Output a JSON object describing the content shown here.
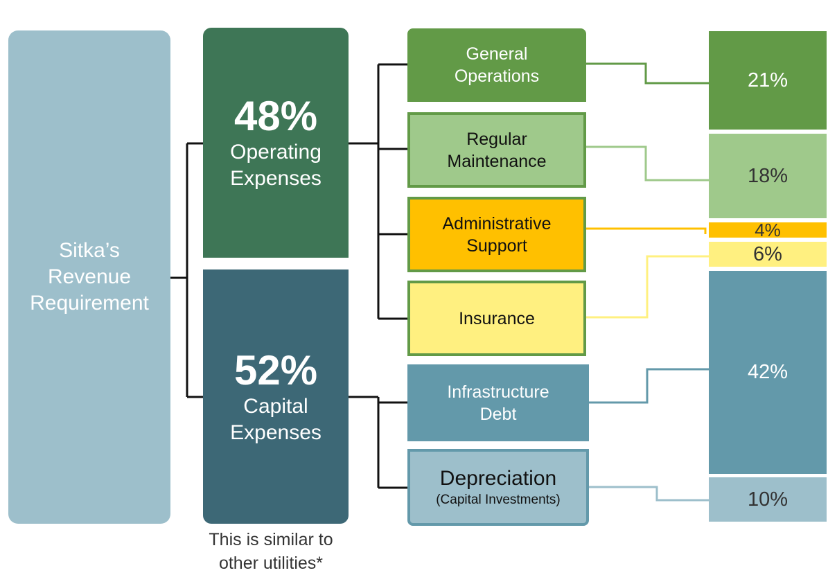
{
  "root": {
    "lines": [
      "Sitka’s",
      "Revenue",
      "Requirement"
    ]
  },
  "operating": {
    "percent": "48%",
    "label_lines": [
      "Operating",
      "Expenses"
    ]
  },
  "capital": {
    "percent": "52%",
    "label_lines": [
      "Capital",
      "Expenses"
    ]
  },
  "note": {
    "lines": [
      "This is similar to",
      "other utilities*"
    ]
  },
  "categories": [
    {
      "lines": [
        "General",
        "Operations"
      ],
      "share": "21%"
    },
    {
      "lines": [
        "Regular",
        "Maintenance"
      ],
      "share": "18%"
    },
    {
      "lines": [
        "Administrative",
        "Support"
      ],
      "share": "4%"
    },
    {
      "lines": [
        "Insurance"
      ],
      "share": "6%"
    },
    {
      "lines": [
        "Infrastructure",
        "Debt"
      ],
      "share": "42%"
    },
    {
      "title": "Depreciation",
      "subtitle": "(Capital Investments)",
      "share": "10%"
    }
  ],
  "colors": {
    "root": "#9dbfcb",
    "operating": "#3e7656",
    "capital": "#3d6876",
    "general_operations": "#629a47",
    "regular_maintenance": "#9fc98b",
    "administrative_support": "#ffc000",
    "insurance": "#fff080",
    "infrastructure_debt": "#6399aa",
    "depreciation": "#9dbfcb"
  }
}
